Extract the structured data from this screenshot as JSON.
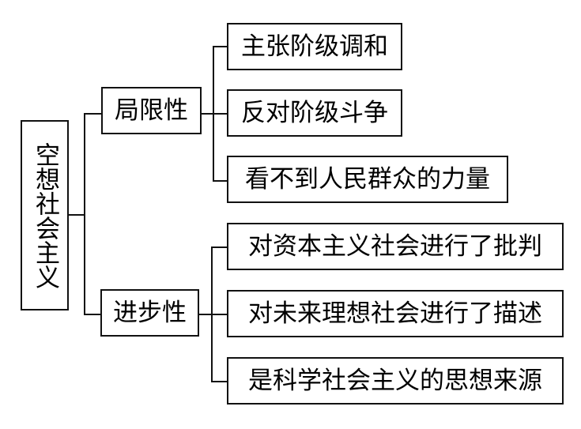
{
  "diagram": {
    "root": {
      "label": "空想社会主义"
    },
    "branches": [
      {
        "label": "局限性",
        "children": [
          {
            "label": "主张阶级调和"
          },
          {
            "label": "反对阶级斗争"
          },
          {
            "label": "看不到人民群众的力量"
          }
        ]
      },
      {
        "label": "进步性",
        "children": [
          {
            "label": "对资本主义社会进行了批判"
          },
          {
            "label": "对未来理想社会进行了描述"
          },
          {
            "label": "是科学社会主义的思想来源"
          }
        ]
      }
    ],
    "colors": {
      "line": "#111111",
      "background": "#ffffff",
      "text": "#000000"
    }
  }
}
